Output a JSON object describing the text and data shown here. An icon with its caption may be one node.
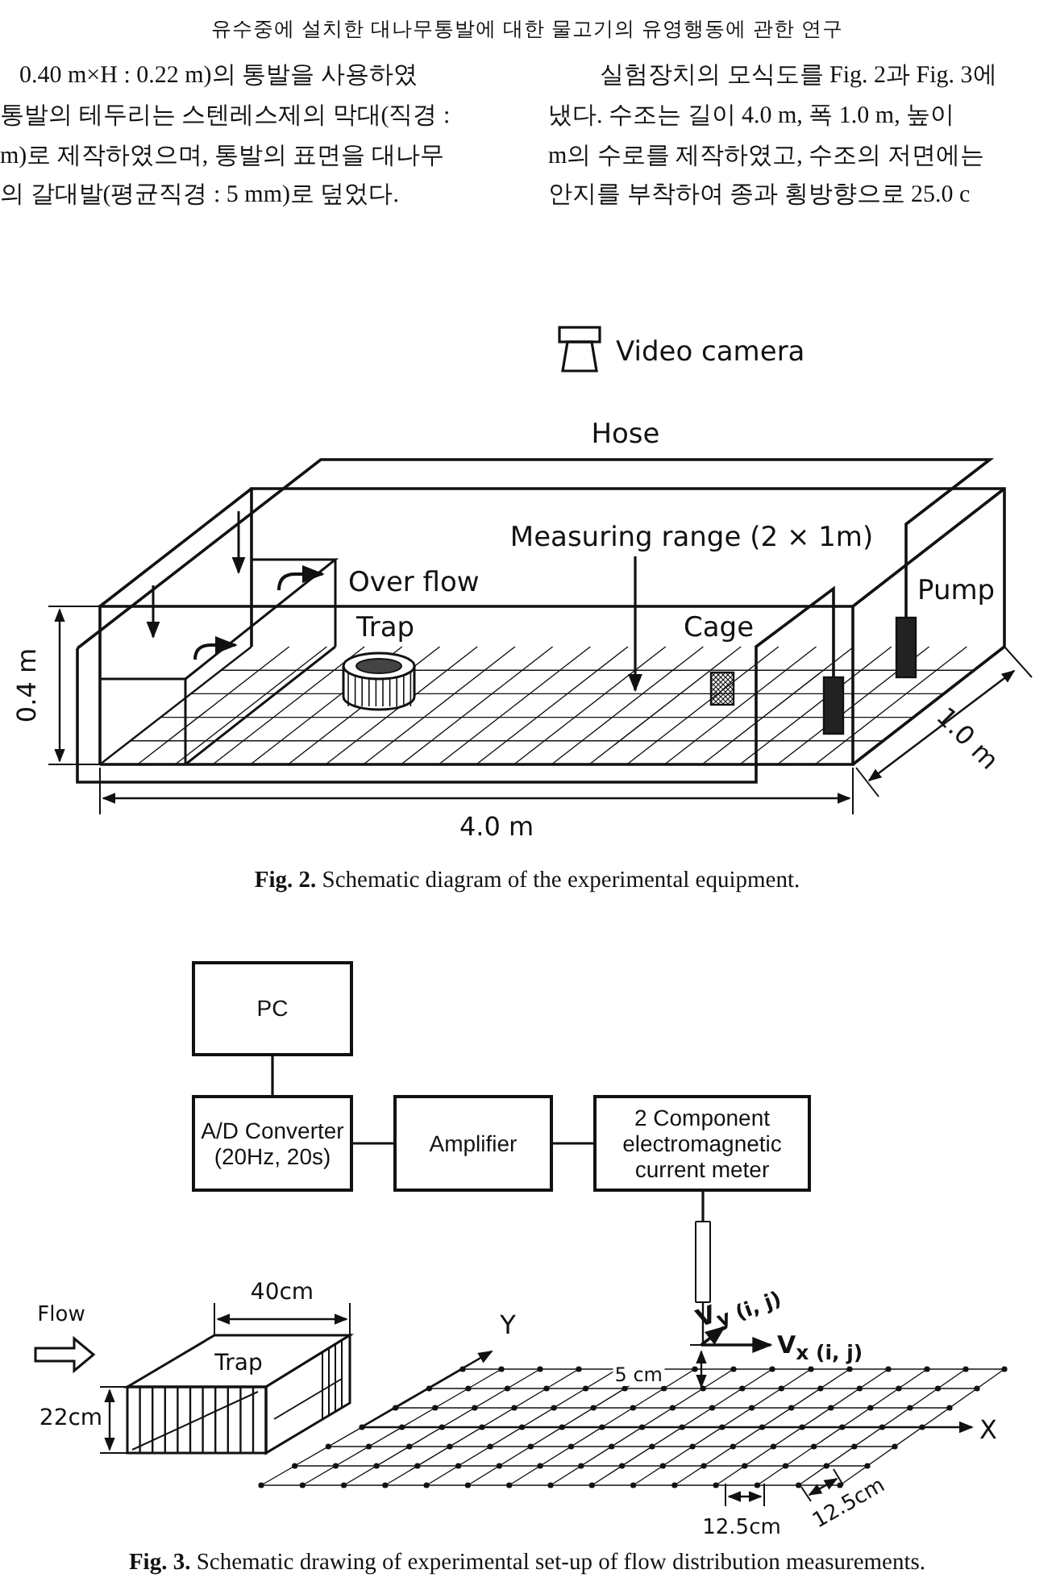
{
  "diagram": {
    "nodes": [
      {
        "text": [
          "Measuring range (2 × 1m)"
        ]
      },
      {
        "text": [
          "PC"
        ]
      },
      {
        "text": [
          "A/D Converter (20Hz, 20s)"
        ]
      },
      {
        "text": [
          "Amplifier"
        ]
      },
      {
        "text": [
          "2 Component electromagnetic current meter"
        ]
      },
      {
        "text": [],
        "shape": "bar"
      }
    ],
    "edges": [
      {
        "from": 0,
        "to": null,
        "arrow": "to"
      },
      {
        "from": 1,
        "to": 2,
        "arrow": "none"
      },
      {
        "from": 2,
        "to": 3,
        "arrow": "none"
      },
      {
        "from": 3,
        "to": 4,
        "arrow": "none"
      },
      {
        "from": 4,
        "to": 5,
        "arrow": "none"
      }
    ],
    "labels": [
      "유수중에 설치한 대나무통발에 대한 물고기의 유영행동에 관한 연구",
      "0.40 m×H : 0.22 m)의 통발을 사용하였",
      "통발의 테두리는 스텐레스제의 막대(직경 :",
      "m)로 제작하였으며, 통발의 표면을 대나무",
      "의 갈대발(평균직경 : 5 mm)로 덮었다.",
      "실험장치의 모식도를 Fig. 2과 Fig. 3에",
      "냈다. 수조는 길이 4.0 m, 폭 1.0 m, 높이",
      "m의 수로를 제작하였고, 수조의 저면에는",
      "안지를 부착하여 종과 횡방향으로 25.0 c",
      "Video camera",
      "Hose",
      "Over flow",
      "Trap",
      "Cage",
      "Pump",
      "0.4 m",
      "4.0 m",
      "1.0 m",
      "**Fig. 2.** Schematic diagram of the experimental equipment.",
      "Flow",
      "40cm",
      "Trap",
      "22cm",
      "Y",
      "V$_{y (i, j)}$",
      "V$_{x (i, j)}$",
      "5 cm",
      "X",
      "12.5cm",
      "12.5cm",
      "**Fig. 3.** Schematic drawing of experimental set-up of flow distribution measurements."
    ]
  }
}
